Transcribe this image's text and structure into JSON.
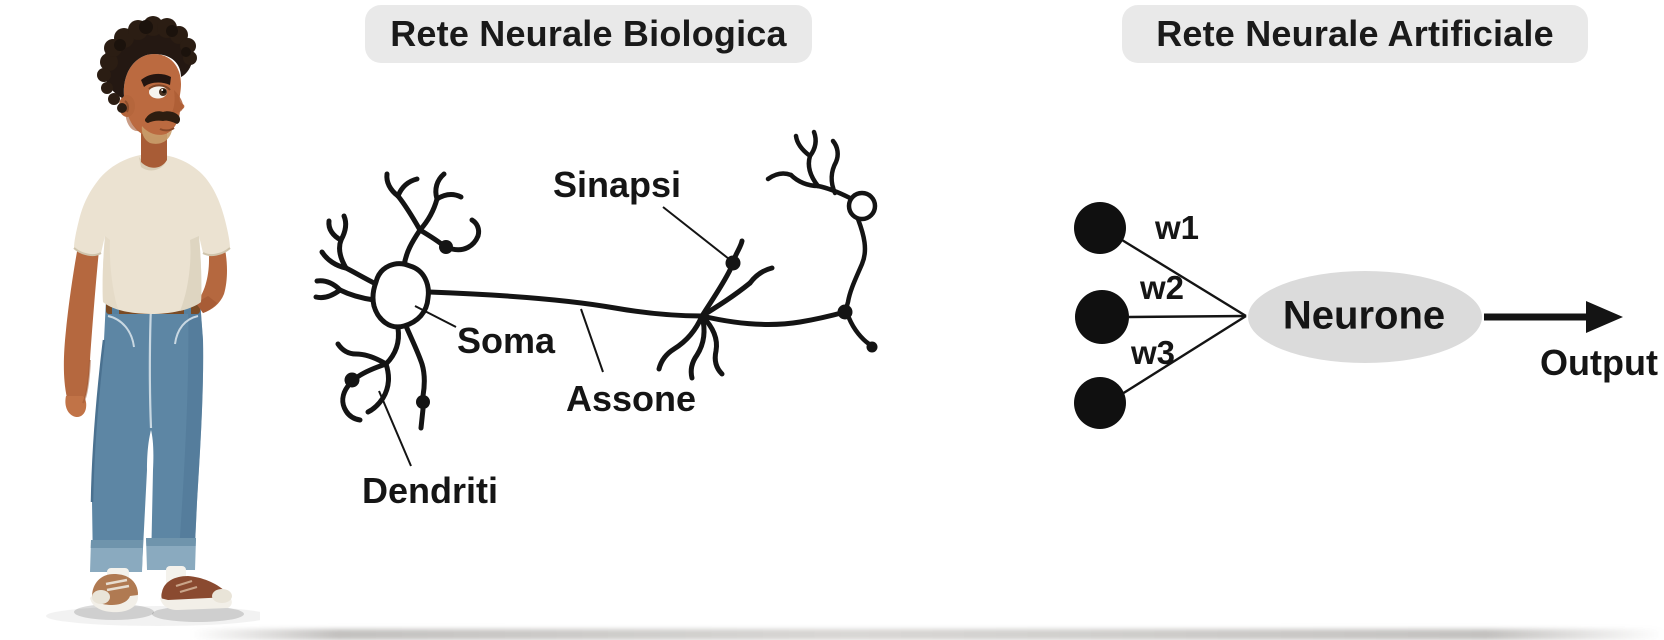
{
  "titles": {
    "biological": "Rete Neurale Biologica",
    "artificial": "Rete Neurale Artificiale"
  },
  "biological_diagram": {
    "labels": {
      "sinapsi": "Sinapsi",
      "soma": "Soma",
      "assone": "Assone",
      "dendriti": "Dendriti"
    }
  },
  "artificial_diagram": {
    "weights": [
      "w1",
      "w2",
      "w3"
    ],
    "neuron_label": "Neurone",
    "output_label": "Output"
  },
  "colors": {
    "pill_background": "#e9e9e9",
    "neuron_ellipse_fill": "#dbdbdb",
    "ink": "#141414"
  }
}
